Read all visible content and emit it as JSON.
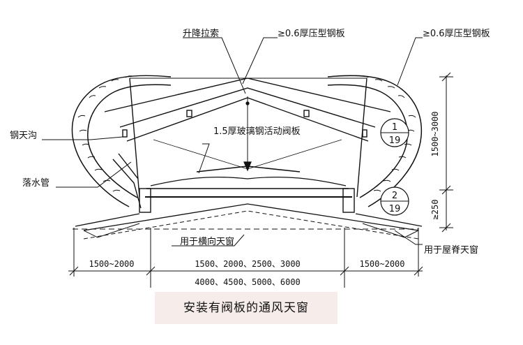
{
  "labels": {
    "hoist_rope": "升降拉索",
    "steel_plate_mid": "≥0.6厚压型钢板",
    "steel_plate_right": "≥0.6厚压型钢板",
    "gutter": "钢天沟",
    "valve_plate": "1.5厚玻璃钢活动阀板",
    "downpipe": "落水管",
    "lateral_skylight": "用于横向天窗",
    "ridge_skylight": "用于屋脊天窗"
  },
  "callouts": [
    {
      "top": "1",
      "bottom": "19"
    },
    {
      "top": "2",
      "bottom": "19"
    }
  ],
  "dimensions": {
    "height_main": "1500~3000",
    "height_curb": "≥250",
    "span_left": "1500~2000",
    "span_right": "1500~2000",
    "span_mid_line1": "1500、2000、2500、3000",
    "span_mid_line2": "4000、4500、5000、6000"
  },
  "caption": "安装有阀板的通风天窗"
}
